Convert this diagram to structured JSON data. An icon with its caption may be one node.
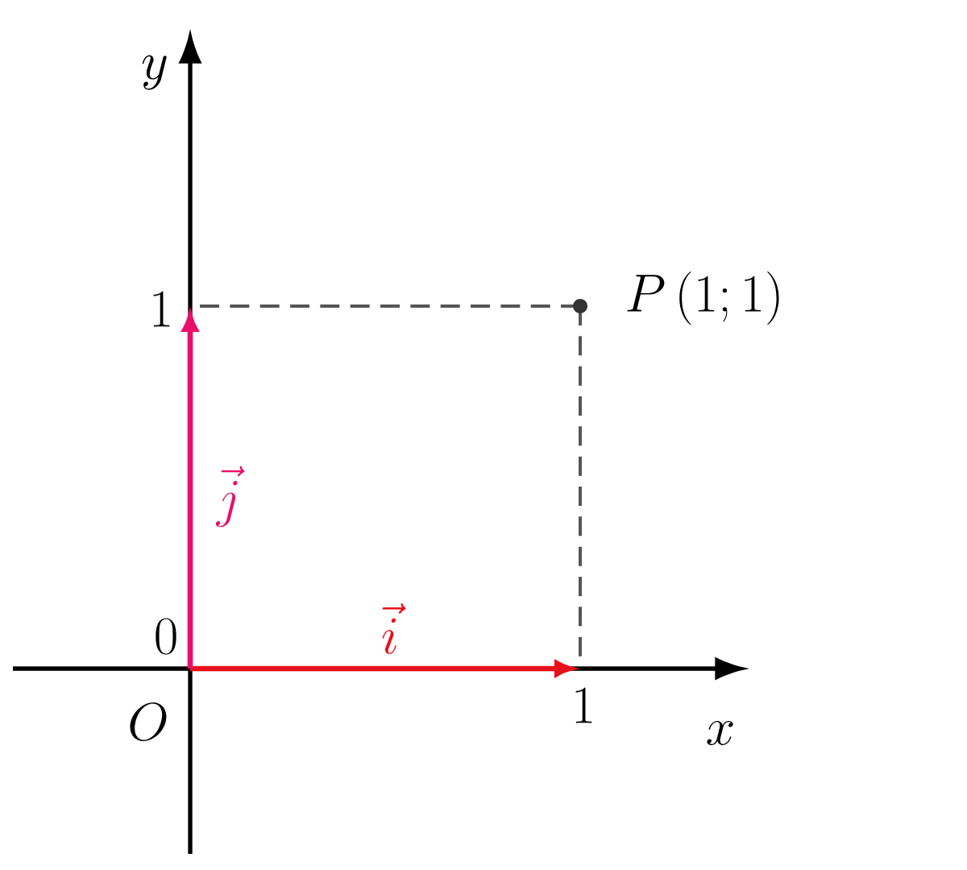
{
  "diagram": {
    "labels": [
      "y",
      "1",
      "P\\left(1;1\\right)",
      "\\vec{j}",
      "0",
      "\\vec{i}",
      "O",
      "1",
      "x"
    ]
  }
}
